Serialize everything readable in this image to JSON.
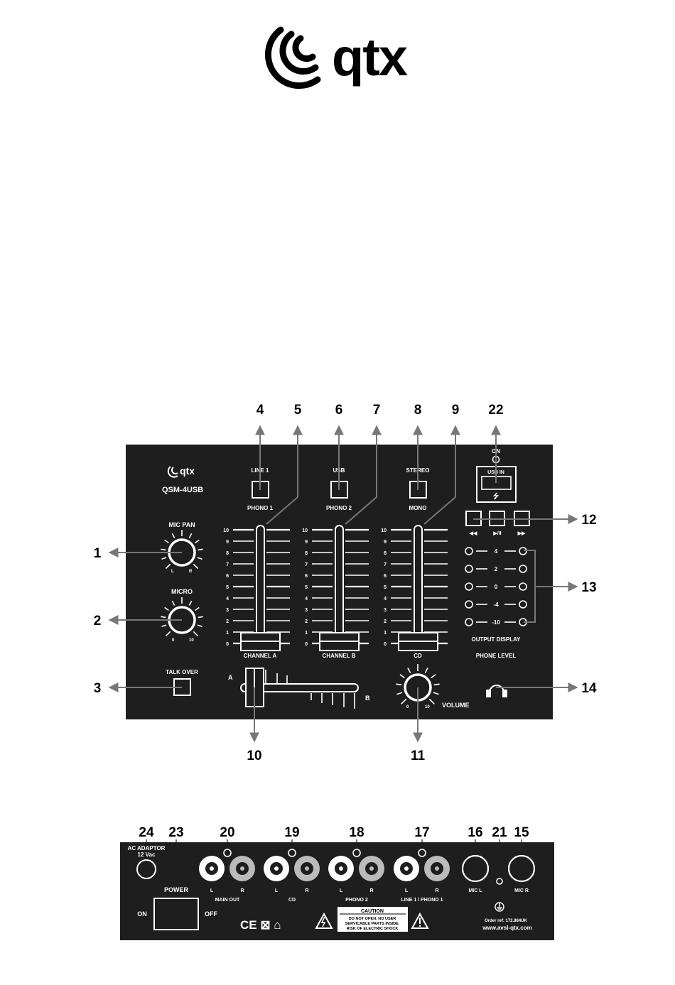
{
  "brand": {
    "name": "qtx",
    "wordmark": "qtx"
  },
  "front_panel": {
    "model": "QSM-4USB",
    "mic_pan": {
      "label": "MIC PAN",
      "left": "L",
      "right": "R"
    },
    "micro": {
      "label": "MICRO",
      "min": "0",
      "max": "10"
    },
    "talk_over": "TALK OVER",
    "switches": [
      {
        "top": "LINE 1",
        "bottom": "PHONO 1"
      },
      {
        "top": "USB",
        "bottom": "PHONO 2"
      },
      {
        "top": "STEREO",
        "bottom": "MONO"
      }
    ],
    "scale": [
      "10",
      "9",
      "8",
      "7",
      "6",
      "5",
      "4",
      "3",
      "2",
      "1",
      "0"
    ],
    "channels": [
      "CHANNEL A",
      "CHANNEL B",
      "CD"
    ],
    "crossfader": {
      "a": "A",
      "b": "B"
    },
    "volume": {
      "label": "VOLUME",
      "min": "0",
      "max": "10"
    },
    "usb": {
      "on": "ON",
      "label": "USB IN",
      "symbol": "⭍"
    },
    "transport": [
      "◀◀",
      "▶/II",
      "▶▶"
    ],
    "output_display": {
      "label": "OUTPUT DISPLAY",
      "levels": [
        "4",
        "2",
        "0",
        "-4",
        "-10"
      ]
    },
    "phone_level": "PHONE LEVEL"
  },
  "rear_panel": {
    "ac_adaptor": {
      "line1": "AC ADAPTOR",
      "line2": "12 Vac"
    },
    "power": {
      "label": "POWER",
      "on": "ON",
      "off": "OFF"
    },
    "rca_groups": [
      {
        "name": "MAIN OUT",
        "l": "L",
        "r": "R"
      },
      {
        "name": "CD",
        "l": "L",
        "r": "R"
      },
      {
        "name": "PHONO 2",
        "l": "L",
        "r": "R"
      },
      {
        "name": "LINE 1 / PHONO 1",
        "l": "L",
        "r": "R"
      }
    ],
    "mic_l": "MIC L",
    "mic_r": "MIC R",
    "marks": "CE ⊠ ⌂",
    "caution": {
      "title": "CAUTION",
      "lines": [
        "DO NOT OPEN. NO USER",
        "SERVICABLE PARTS INSIDE.",
        "RISK OF ELECTRIC SHOCK"
      ]
    },
    "order_ref": "Order ref: 172.884UK",
    "website": "www.avsl-qtx.com"
  },
  "callouts": {
    "top": [
      "4",
      "5",
      "6",
      "7",
      "8",
      "9",
      "22"
    ],
    "left": [
      "1",
      "2",
      "3"
    ],
    "right": [
      "12",
      "13",
      "14"
    ],
    "bottom": [
      "10",
      "11"
    ],
    "rear": [
      "24",
      "23",
      "20",
      "19",
      "18",
      "17",
      "16",
      "21",
      "15"
    ]
  },
  "colors": {
    "panel": "#1e1e1e",
    "ink": "#000000",
    "arrow": "#777777",
    "label": "#ffffff"
  }
}
